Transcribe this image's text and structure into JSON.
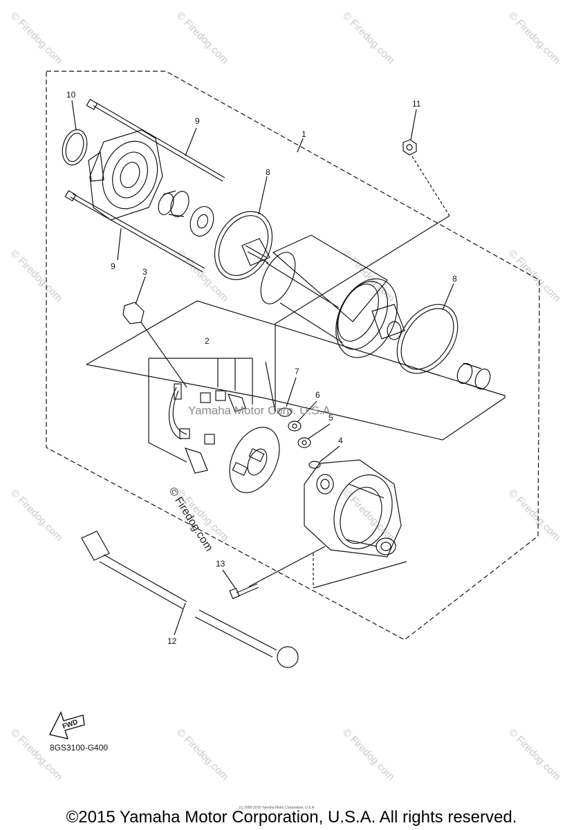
{
  "watermark": "© Firedog.com",
  "callouts": {
    "n1": "1",
    "n2": "2",
    "n3": "3",
    "n4": "4",
    "n5": "5",
    "n6": "6",
    "n7": "7",
    "n8a": "8",
    "n8b": "8",
    "n9a": "9",
    "n9b": "9",
    "n10": "10",
    "n11": "11",
    "n12": "12",
    "n13": "13"
  },
  "mid_watermark": "Yamaha Motor Corp. U.S.A.",
  "diagonal_watermark": "© Firedog.com",
  "fwd_label": "FWD",
  "figure_code": "8GS3100-G400",
  "small_note": "(c) 2005-2015 Yamaha Motor Corporation, U.S.A.",
  "copyright": "©2015 Yamaha Motor Corporation, U.S.A. All rights reserved."
}
